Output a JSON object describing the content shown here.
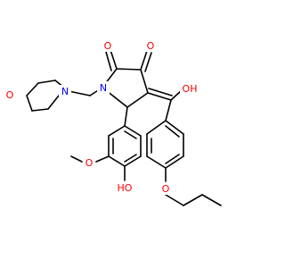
{
  "molecule": {
    "colors": {
      "bond": "#000000",
      "oxygen": "#ff0000",
      "nitrogen": "#0000ff",
      "background": "#ffffff"
    },
    "atom_labels": {
      "o_ketone_c2": "O",
      "o_ketone_c3": "O",
      "n_pyrrolidine": "N",
      "o_morpholine": "O",
      "n_morpholine": "N",
      "oh_enol": "OH",
      "o_methoxy": "O",
      "oh_phenol": "HO",
      "o_propoxy": "O"
    }
  }
}
